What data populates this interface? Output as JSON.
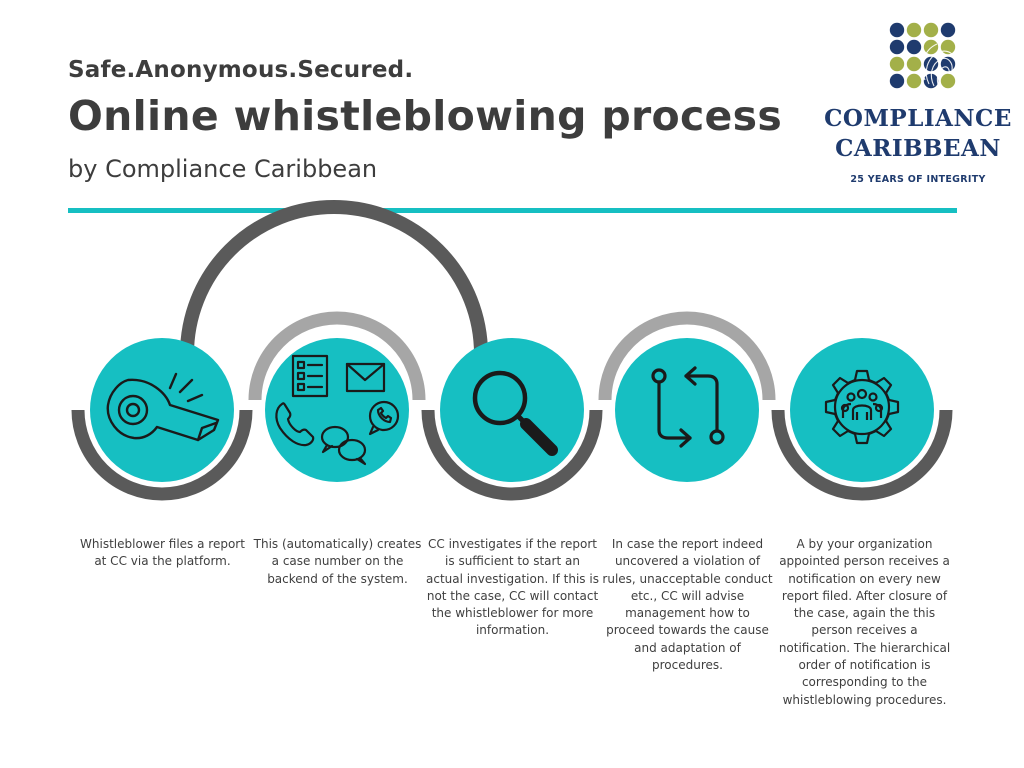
{
  "header": {
    "tagline": "Safe.Anonymous.Secured.",
    "title": "Online whistleblowing process",
    "subtitle": "by Compliance Caribbean"
  },
  "logo": {
    "name_line1": "COMPLIANCE",
    "name_line2": "CARIBBEAN",
    "tagline": "25 YEARS OF INTEGRITY"
  },
  "colors": {
    "accent": "#16bfc2",
    "arc_dark": "#5a5a5a",
    "arc_light": "#a6a6a6",
    "logo_navy": "#1f3b6e",
    "logo_olive": "#a3b049"
  },
  "steps": [
    {
      "icon": "whistle-icon",
      "text": "Whistleblower files a report at CC via the platform."
    },
    {
      "icon": "communication-icon",
      "text": "This (automatically) creates a case number on the backend of the system."
    },
    {
      "icon": "magnifier-icon",
      "text": "CC investigates if the report is sufficient to start an actual investigation. If this is not the case, CC will contact the whistleblower for more information."
    },
    {
      "icon": "process-flow-icon",
      "text": "In case the report indeed uncovered a violation of rules, unacceptable conduct etc., CC will advise management how to proceed towards the cause and adaptation of procedures."
    },
    {
      "icon": "team-gear-icon",
      "text": "A by your organization appointed person receives a notification on every new report filed. After closure of the case, again the this person receives a notification. The hierarchical order of notification is corresponding to the whistleblowing procedures."
    }
  ]
}
